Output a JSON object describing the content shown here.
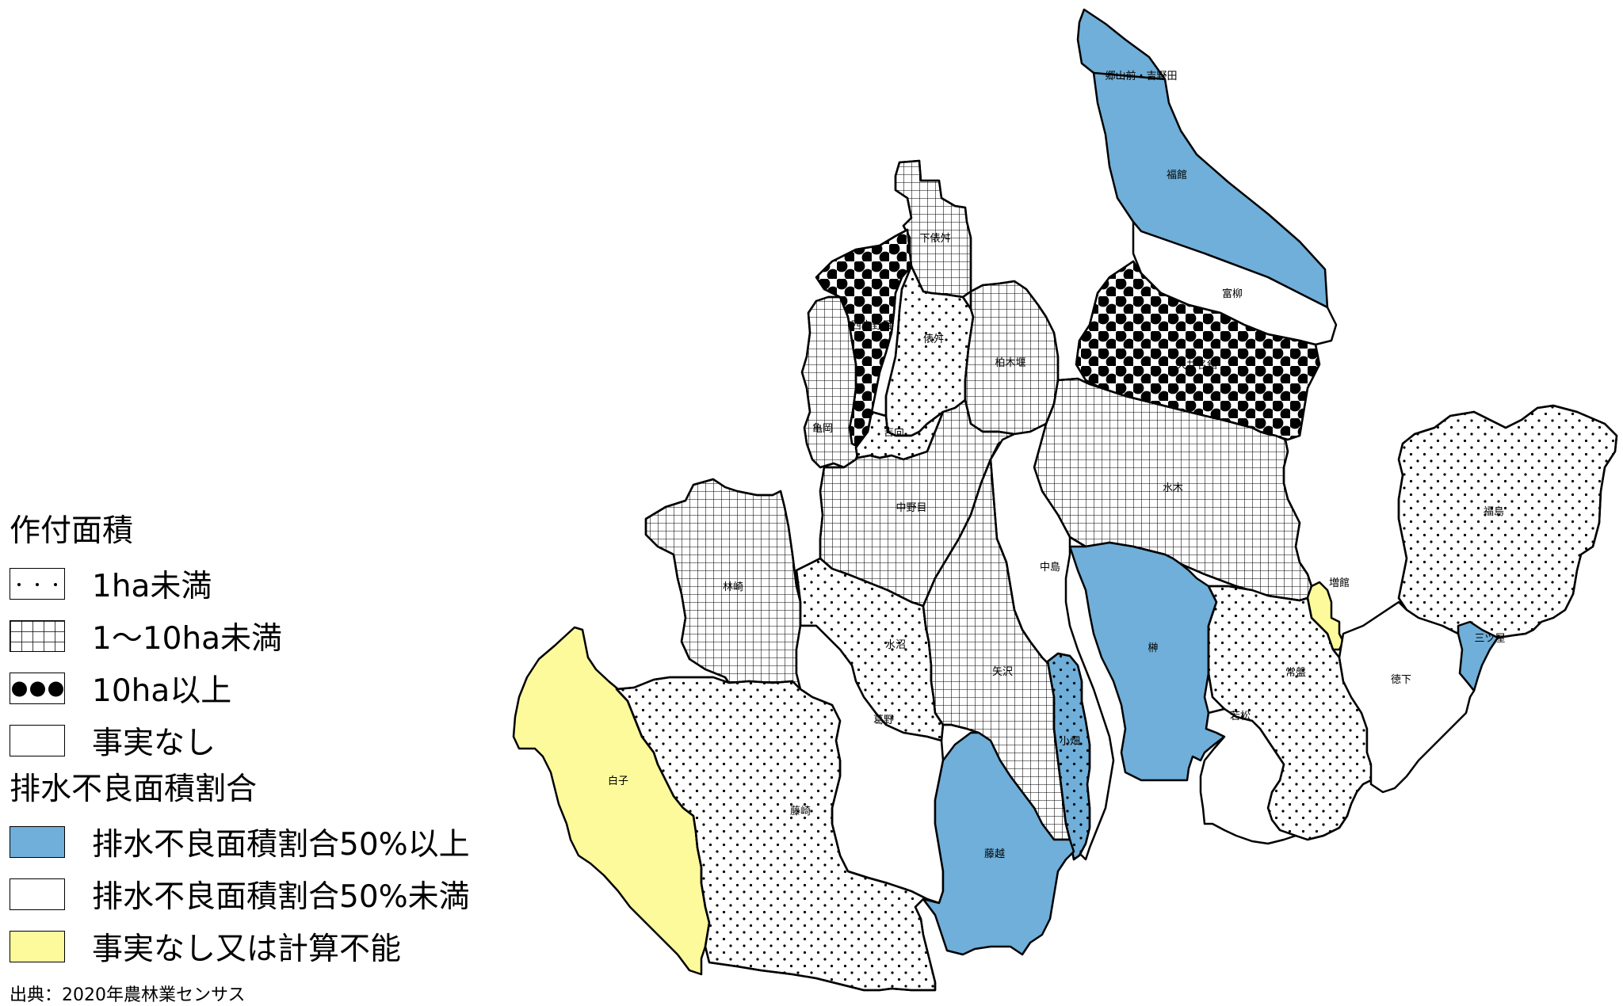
{
  "legend": {
    "crop_title": "作付面積",
    "crop_items": [
      {
        "key": "lt1",
        "label": "1ha未満",
        "pattern": "dots"
      },
      {
        "key": "1to10",
        "label": "1～10ha未満",
        "pattern": "grid"
      },
      {
        "key": "ge10",
        "label": "10ha以上",
        "pattern": "bigdots"
      },
      {
        "key": "none",
        "label": "事実なし",
        "pattern": "blank"
      }
    ],
    "drain_title": "排水不良面積割合",
    "drain_items": [
      {
        "key": "ge50",
        "label": "排水不良面積割合50%以上",
        "color": "#6fafd9"
      },
      {
        "key": "lt50",
        "label": "排水不良面積割合50%未満",
        "color": "#ffffff"
      },
      {
        "key": "na",
        "label": "事実なし又は計算不能",
        "color": "#fdfa9b"
      }
    ]
  },
  "source": "出典：2020年農林業センサス",
  "colors": {
    "blue": "#6fafd9",
    "white": "#ffffff",
    "yellow": "#fdfa9b",
    "outline": "#000000"
  },
  "regions": [
    {
      "id": "goyama",
      "name": "郷山前・吉野田",
      "fill": "blue",
      "pattern": "blank"
    },
    {
      "id": "fukutate",
      "name": "福館",
      "fill": "blue",
      "pattern": "blank"
    },
    {
      "id": "tomiyanagi",
      "name": "富柳",
      "fill": "white",
      "pattern": "blank"
    },
    {
      "id": "kuinadate",
      "name": "久井名舘",
      "fill": "white",
      "pattern": "bigdots"
    },
    {
      "id": "shimotawarazu",
      "name": "下俵舛",
      "fill": "white",
      "pattern": "grid"
    },
    {
      "id": "nishinakanome",
      "name": "西中野目",
      "fill": "white",
      "pattern": "bigdots"
    },
    {
      "id": "tawarazu",
      "name": "俵舛",
      "fill": "white",
      "pattern": "dots"
    },
    {
      "id": "kashiwagizeki",
      "name": "柏木堰",
      "fill": "white",
      "pattern": "grid"
    },
    {
      "id": "kameoka",
      "name": "亀岡",
      "fill": "white",
      "pattern": "grid"
    },
    {
      "id": "yoshimuki",
      "name": "吉向",
      "fill": "white",
      "pattern": "dots"
    },
    {
      "id": "nakanome",
      "name": "中野目",
      "fill": "white",
      "pattern": "grid"
    },
    {
      "id": "mizuki",
      "name": "水木",
      "fill": "white",
      "pattern": "grid"
    },
    {
      "id": "fukushima",
      "name": "福島",
      "fill": "white",
      "pattern": "dots"
    },
    {
      "id": "rinzaki",
      "name": "林崎",
      "fill": "white",
      "pattern": "grid"
    },
    {
      "id": "nakajima",
      "name": "中島",
      "fill": "white",
      "pattern": "blank"
    },
    {
      "id": "masudate",
      "name": "増館",
      "fill": "yellow",
      "pattern": "blank"
    },
    {
      "id": "sakaki",
      "name": "榊",
      "fill": "blue",
      "pattern": "blank"
    },
    {
      "id": "mitsuya",
      "name": "三ツ屋",
      "fill": "blue",
      "pattern": "blank"
    },
    {
      "id": "mizunuma",
      "name": "水沼",
      "fill": "white",
      "pattern": "dots"
    },
    {
      "id": "yazawa",
      "name": "矢沢",
      "fill": "white",
      "pattern": "grid"
    },
    {
      "id": "tokiwa",
      "name": "常盤",
      "fill": "white",
      "pattern": "dots"
    },
    {
      "id": "tokushita",
      "name": "徳下",
      "fill": "white",
      "pattern": "blank"
    },
    {
      "id": "kuzuno",
      "name": "葛野",
      "fill": "white",
      "pattern": "blank"
    },
    {
      "id": "wakamatsu",
      "name": "若松",
      "fill": "white",
      "pattern": "blank"
    },
    {
      "id": "kobatake",
      "name": "小畑",
      "fill": "blue",
      "pattern": "dots"
    },
    {
      "id": "shirako",
      "name": "白子",
      "fill": "yellow",
      "pattern": "blank"
    },
    {
      "id": "fujisaki",
      "name": "藤崎",
      "fill": "white",
      "pattern": "dots"
    },
    {
      "id": "fujikoshi",
      "name": "藤越",
      "fill": "blue",
      "pattern": "blank"
    }
  ]
}
